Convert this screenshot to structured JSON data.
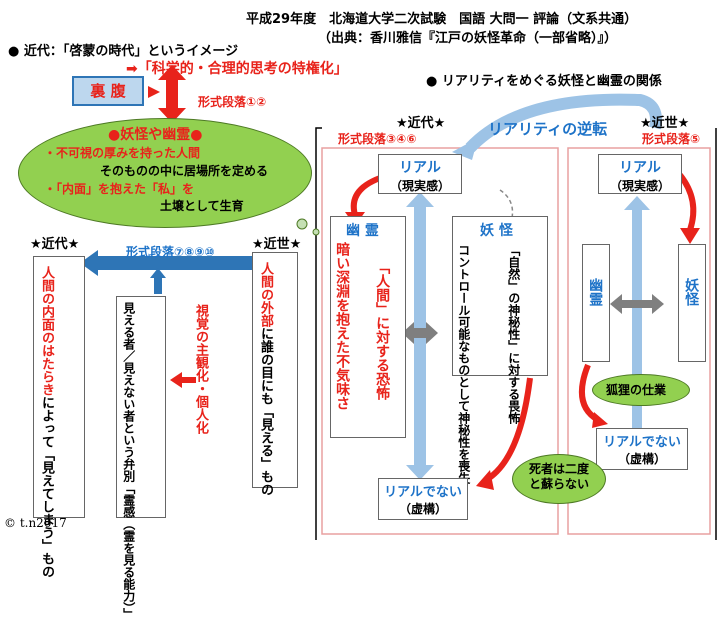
{
  "header": {
    "title": "平成29年度　北海道大学二次試験　国語 大問一 評論（文系共通）",
    "source": "（出典：香川雅信『江戸の妖怪革命（一部省略）』）"
  },
  "intro": {
    "modern_image": "● 近代：「啓蒙の時代」というイメージ",
    "privilege": "➡「科学的・合理的思考の特権化」",
    "reverse_side": "裏 腹",
    "para12": "形式段落①②",
    "reality_title": "● リアリティをめぐる妖怪と幽霊の関係"
  },
  "cloud_main": {
    "title": "●妖怪や幽霊●",
    "line1": "・不可視の厚みを持った人間",
    "line2": "そのものの中に居場所を定める",
    "line3": "・「内面」を抱えた「私」を",
    "line4": "土壌として生育"
  },
  "left": {
    "kindai": "★近代★",
    "kinsei": "★近世★",
    "para78910": "形式段落⑦⑧⑨⑩",
    "kindai_box": {
      "red": "人間の内面のはたらき",
      "black": "によって「見えてしまう」もの"
    },
    "middle_box": {
      "black": "見える者／見えない者という弁別「霊感（霊を見る能力）」"
    },
    "middle_red": "視覚の主観化・個人化",
    "kinsei_box": {
      "red": "人間の外部",
      "black": "に誰の目にも「見える」もの"
    }
  },
  "center": {
    "kindai": "★近代★",
    "para346": "形式段落③④⑥",
    "inversion": "リアリティの逆転",
    "real": "リアル",
    "real_sub": "（現実感）",
    "unreal": "リアルでない",
    "unreal_sub": "（虚構）",
    "yurei_title": "幽 霊",
    "yurei_red": "暗い深淵を抱えた不気味さ",
    "yurei_fear": "「人間」に対する恐怖",
    "yokai_title": "妖 怪",
    "yokai_text1": "「自然」の神秘性」に対する畏怖",
    "yokai_text2": "コントロール可能なものとして神秘性を喪失"
  },
  "right": {
    "kinsei": "★近世★",
    "para5": "形式段落⑤",
    "real": "リアル",
    "real_sub": "（現実感）",
    "yurei": "幽霊",
    "yokai": "妖怪",
    "fox": "狐狸の仕業",
    "unreal": "リアルでない",
    "unreal_sub": "（虚構）",
    "dead": "死者は二度と蘇らない"
  },
  "copyright": "© t.n2017"
}
